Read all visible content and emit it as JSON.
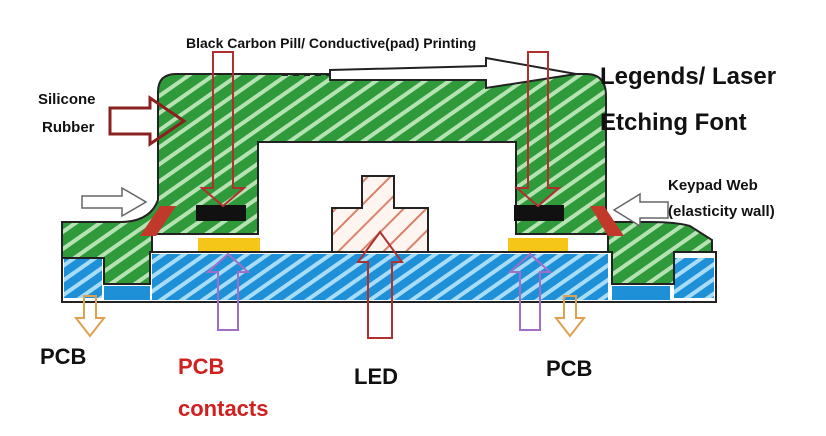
{
  "labels": {
    "top_callout": "Black Carbon Pill/ Conductive(pad) Printing",
    "legends_line1": "Legends/ Laser",
    "legends_line2": "Etching Font",
    "silicone_line1": "Silicone",
    "silicone_line2": "Rubber",
    "web_line1": "Keypad Web",
    "web_line2": "(elasticity wall)",
    "pcb_left": "PCB",
    "pcb_right": "PCB",
    "pcb_contacts_line1": "PCB",
    "pcb_contacts_line2": "contacts",
    "led": "LED"
  },
  "colors": {
    "rubber_green": "#2f9a3a",
    "rubber_stripe": "#b7e3b4",
    "pcb_blue": "#1e90d8",
    "pcb_stripe": "#a9dcf6",
    "carbon_pill": "#111111",
    "contact_yellow": "#f5c518",
    "led_stripe": "#d9826a",
    "arrow_red": "#b03030",
    "arrow_purple": "#a070c8",
    "arrow_orange": "#e0a050",
    "text_red": "#d02020"
  }
}
